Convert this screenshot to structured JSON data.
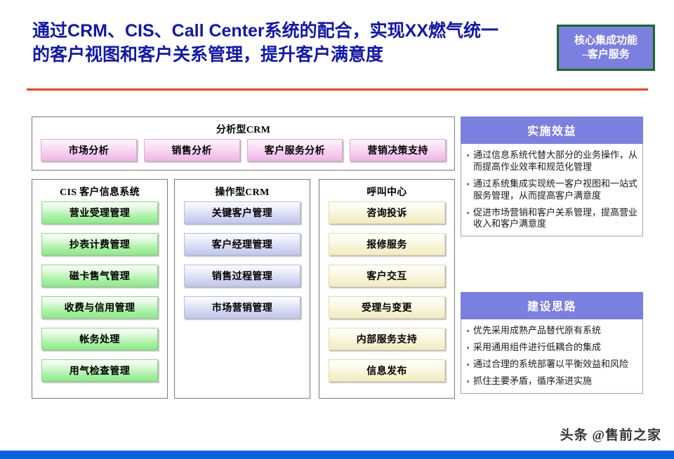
{
  "slide": {
    "title_line1_pre": "通过",
    "title_line1_latin1": "CRM",
    "title_line1_mid1": "、",
    "title_line1_latin2": "CIS",
    "title_line1_mid2": "、",
    "title_line1_latin3": "Call Center",
    "title_line1_post": "系统的配合，实现",
    "title_line1_latin4": "XX",
    "title_line1_tail": "燃气统一",
    "title_line2": "的客户视图和客户关系管理，提升客户满意度",
    "title_full": "通过CRM、CIS、Call Center系统的配合，实现XX燃气统一的客户视图和客户关系管理，提升客户满意度"
  },
  "core_badge": {
    "line1": "核心集成功能",
    "line2": "–客户服务"
  },
  "panels": {
    "analytical": {
      "title": "分析型CRM",
      "items": [
        "市场分析",
        "销售分析",
        "客户服务分析",
        "营销决策支持"
      ]
    },
    "cis": {
      "title": "CIS 客户信息系统",
      "items": [
        "营业受理管理",
        "抄表计费管理",
        "磁卡售气管理",
        "收费与信用管理",
        "帐务处理",
        "用气检查管理"
      ]
    },
    "operational": {
      "title": "操作型CRM",
      "items": [
        "关键客户管理",
        "客户经理管理",
        "销售过程管理",
        "市场营销管理"
      ]
    },
    "call_center": {
      "title": "呼叫中心",
      "items": [
        "咨询投诉",
        "报修服务",
        "客户交互",
        "受理与变更",
        "内部服务支持",
        "信息发布"
      ]
    }
  },
  "benefits": {
    "title": "实施效益",
    "items": [
      "通过信息系统代替大部分的业务操作，从而提高作业效率和规范化管理",
      "通过系统集成实现统一客户视图和一站式服务管理，从而提高客户满意度",
      "促进市场营销和客户关系管理，提高营业收入和客户满意度"
    ]
  },
  "approach": {
    "title": "建设思路",
    "items": [
      "优先采用成熟产品替代原有系统",
      "采用通用组件进行低耦合的集成",
      "通过合理的系统部署以平衡效益和风险",
      "抓住主要矛盾，循序渐进实施"
    ]
  },
  "footer": {
    "watermark": "头条 @售前之家"
  },
  "colors": {
    "title_blue": "#1118A8",
    "rule_orange": "#E8441C",
    "badge_fill": "#7B7FE0",
    "badge_border": "#1B6B1B",
    "info_head": "#7B7FE0",
    "chip_pink": "#F3C4EA",
    "chip_green": "#A7F0A2",
    "chip_blue": "#CFD3F0",
    "chip_cream": "#F6F0CE",
    "bottom_bar": "#0B62E0"
  }
}
